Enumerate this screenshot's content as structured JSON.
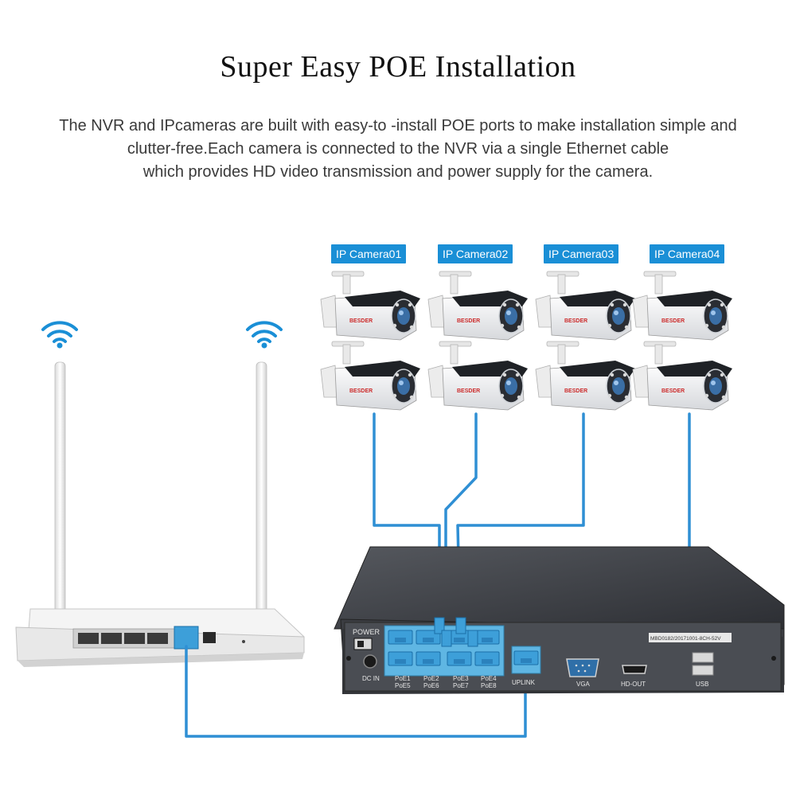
{
  "title": "Super Easy POE Installation",
  "description": [
    "The NVR and IPcameras are built with easy-to -install POE ports to make installation simple and",
    "clutter-free.Each camera is connected to the NVR via a single Ethernet cable",
    "which provides HD video transmission and power supply for the camera."
  ],
  "cameras": [
    "IP Camera01",
    "IP Camera02",
    "IP Camera03",
    "IP Camera04"
  ],
  "camera_brand": "BESDER",
  "nvr": {
    "power_label": "POWER",
    "dc_in_label": "DC IN",
    "poe_top": [
      "PoE1",
      "PoE2",
      "PoE3",
      "PoE4"
    ],
    "poe_bottom": [
      "PoE5",
      "PoE6",
      "PoE7",
      "PoE8"
    ],
    "uplink_label": "UPLINK",
    "vga_label": "VGA",
    "hdout_label": "HD-OUT",
    "usb_label": "USB",
    "sticker_text": "MBD0182/20171001-8CH-52V"
  },
  "colors": {
    "accent": "#1a8fd6",
    "cable": "#2f8fd4",
    "nvr_body": "#3b3d42",
    "router_body": "#f2f2f2"
  }
}
